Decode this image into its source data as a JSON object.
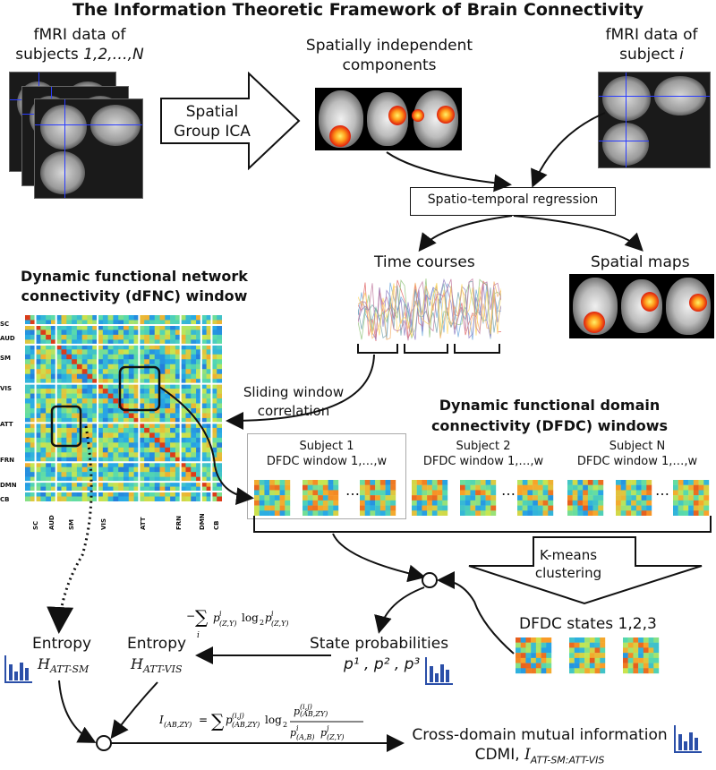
{
  "title": "The Information Theoretic Framework of Brain Connectivity",
  "fmri_all": {
    "line1": "fMRI data of",
    "line2": "subjects ",
    "line2_italic": "1,2,…,N"
  },
  "fmri_one": {
    "line1": "fMRI data of",
    "line2": "subject ",
    "line2_italic": "i"
  },
  "components": {
    "line1": "Spatially independent",
    "line2": "components"
  },
  "ica": {
    "line1": "Spatial",
    "line2": "Group ICA"
  },
  "regression": "Spatio-temporal regression",
  "time_courses": "Time courses",
  "spatial_maps": "Spatial maps",
  "dfnc": {
    "line1": "Dynamic functional network",
    "line2": "connectivity (dFNC) window"
  },
  "domains_y": [
    "SC",
    "AUD",
    "SM",
    "VIS",
    "ATT",
    "FRN",
    "DMN",
    "CB"
  ],
  "domains_x": [
    "SC",
    "AUD",
    "SM",
    "VIS",
    "ATT",
    "FRN",
    "DMN",
    "CB"
  ],
  "sliding": {
    "line1": "Sliding window",
    "line2": "correlation"
  },
  "dfdc": {
    "line1": "Dynamic functional domain",
    "line2": "connectivity (DFDC) windows"
  },
  "subjects": [
    {
      "name": "Subject 1",
      "windows": "DFDC window 1,…,w"
    },
    {
      "name": "Subject 2",
      "windows": "DFDC window 1,…,w"
    },
    {
      "name": "Subject N",
      "windows": "DFDC window 1,…,w"
    }
  ],
  "ellipsis": "…",
  "kmeans": {
    "line1": "K-means",
    "line2": "clustering"
  },
  "states": "DFDC states 1,2,3",
  "state_prob": {
    "label": "State probabilities",
    "values": "p¹ , p² , p³"
  },
  "entropy_vis": {
    "label": "Entropy",
    "symbol": "H",
    "sub": "ATT-VIS"
  },
  "entropy_sm": {
    "label": "Entropy",
    "symbol": "H",
    "sub": "ATT-SM"
  },
  "cdmi": {
    "line1": "Cross-domain mutual information",
    "line2": "CDMI, ",
    "symbol": "I",
    "sub": "ATT-SM:ATT-VIS"
  },
  "formula_entropy": "−∑ pⁱ(Z,Y) log₂ pⁱ(Z,Y)",
  "formula_mi": "I(AB,ZY) = ∑ p(i,j)(AB,ZY) log₂ p(i,j)(AB,ZY) / pⁱ(A,B) pʲ(Z,Y)",
  "colors": {
    "accent_blue": "#2b4fa8",
    "cross": "#2a3cff"
  }
}
